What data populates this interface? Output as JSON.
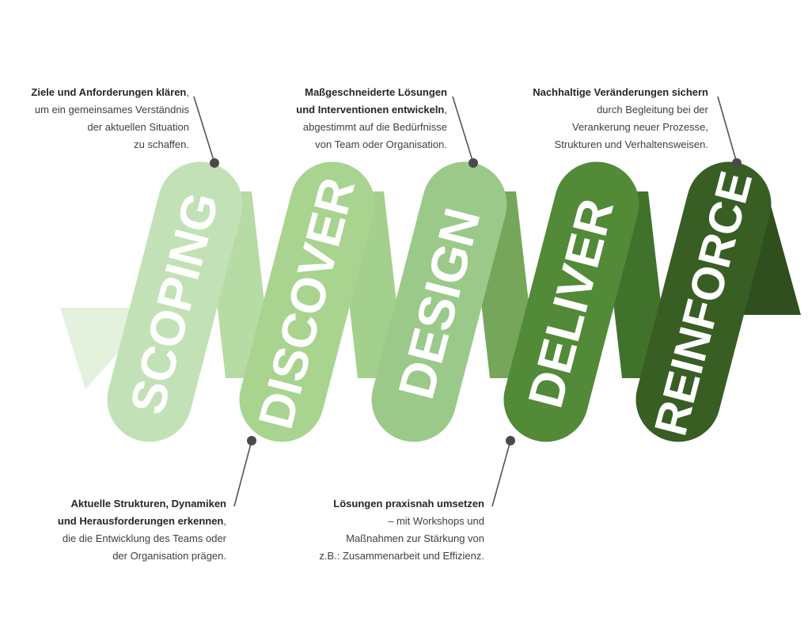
{
  "stages": [
    {
      "label": "SCOPING",
      "color": "#c3e1b6"
    },
    {
      "label": "DISCOVER",
      "color": "#a8d48f"
    },
    {
      "label": "DESIGN",
      "color": "#9bc98a"
    },
    {
      "label": "DELIVER",
      "color": "#528a37"
    },
    {
      "label": "REINFORCE",
      "color": "#385e24"
    }
  ],
  "callouts": {
    "scoping": {
      "bold": "Ziele und Anforderungen klären",
      "punct": ",",
      "lines": [
        "um ein gemeinsames Verständnis",
        "der aktuellen Situation",
        "zu schaffen."
      ]
    },
    "discover": {
      "bold1": "Aktuelle Strukturen, Dynamiken",
      "bold2": "und Herausforderungen erkennen",
      "punct": ",",
      "lines": [
        "die die Entwicklung des Teams oder",
        "der Organisation prägen."
      ]
    },
    "design": {
      "bold1": "Maßgeschneiderte Lösungen",
      "bold2": "und Interventionen entwickeln",
      "punct": ",",
      "lines": [
        "abgestimmt auf die Bedürfnisse",
        "von Team oder Organisation."
      ]
    },
    "deliver": {
      "bold": "Lösungen praxisnah umsetzen",
      "lines": [
        "– mit Workshops und",
        "Maßnahmen zur Stärkung von",
        "z.B.: Zusammenarbeit und Effizienz."
      ]
    },
    "reinforce": {
      "bold": "Nachhaltige Veränderungen sichern",
      "lines": [
        "durch Begleitung bei der",
        "Verankerung neuer Prozesse,",
        "Strukturen und Verhaltensweisen."
      ]
    }
  }
}
